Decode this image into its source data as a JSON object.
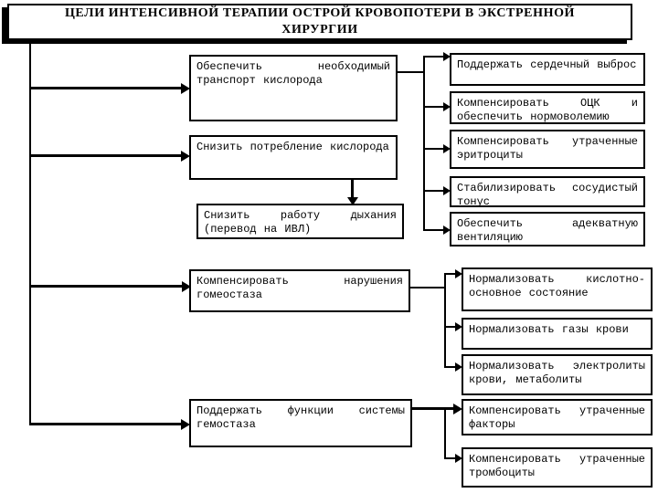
{
  "title": "ЦЕЛИ ИНТЕНСИВНОЙ ТЕРАПИИ ОСТРОЙ КРОВОПОТЕРИ В ЭКСТРЕННОЙ ХИРУРГИИ",
  "colors": {
    "line": "#000000",
    "background": "#ffffff"
  },
  "goals": [
    {
      "label": "Обеспечить необходимый транспорт кислорода",
      "subgoals": [
        "Поддержать сердечный выброс",
        "Компенсировать ОЦК и обеспечить нормоволемию",
        "Компенсировать утраченные эритроциты",
        "Стабилизировать сосудистый тонус",
        "Обеспечить адекватную вентиляцию"
      ]
    },
    {
      "label": "Снизить потребление кислорода",
      "subgoals": [
        "Снизить работу дыхания (перевод на ИВЛ)"
      ]
    },
    {
      "label": "Компенсировать нарушения гомеостаза",
      "subgoals": [
        "Нормализовать кислотно-основное состояние",
        "Нормализовать газы крови",
        "Нормализовать электролиты крови, метаболиты"
      ]
    },
    {
      "label": "Поддержать функции системы гемостаза",
      "subgoals": [
        "Компенсировать утраченные факторы",
        "Компенсировать утраченные тромбоциты"
      ]
    }
  ]
}
